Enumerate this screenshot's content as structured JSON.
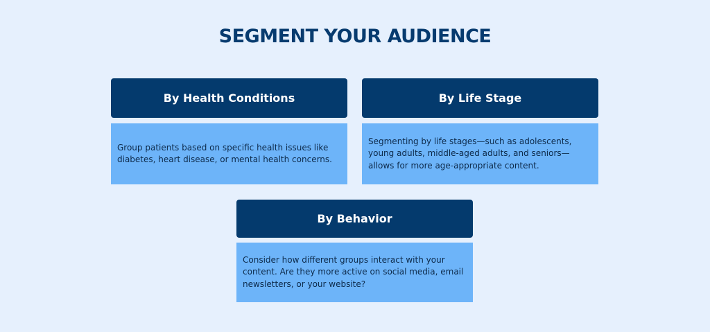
{
  "title": "SEGMENT YOUR AUDIENCE",
  "cards": [
    {
      "heading": "By Health Conditions",
      "text": "Group patients based on specific health issues like diabetes, heart disease, or mental health concerns."
    },
    {
      "heading": "By Life Stage",
      "text": "Segmenting by life stages—such as adolescents, young adults, middle-aged adults, and seniors—allows for more age-appropriate content."
    },
    {
      "heading": "By Behavior",
      "text": "Consider how different groups interact with your content. Are they more active on social media, email newsletters, or your website?"
    }
  ],
  "colors": {
    "background": "#e6f0fd",
    "heading_bg": "#043a6d",
    "body_bg": "#6db4f9",
    "title": "#073b6f"
  }
}
